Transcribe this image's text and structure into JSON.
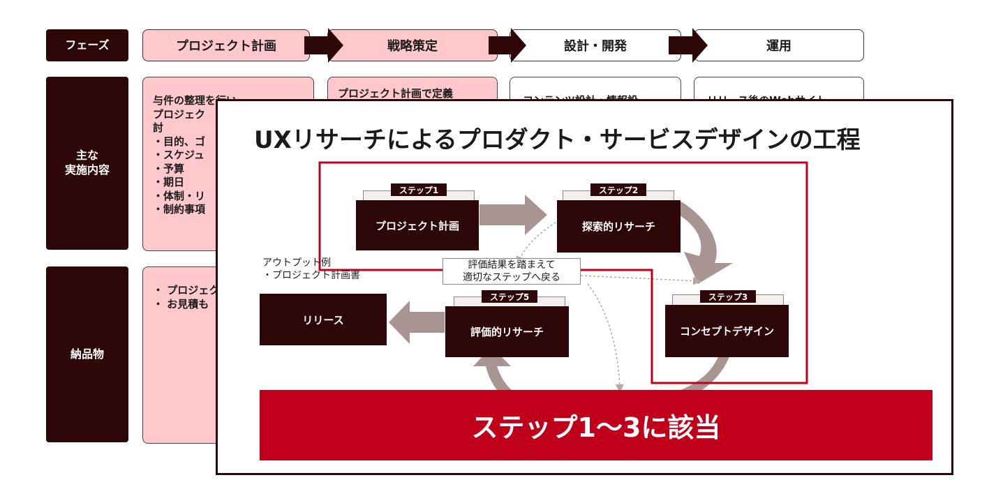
{
  "table": {
    "row_labels": {
      "phase": "フェーズ",
      "main": "主な\n実施内容",
      "deliverables": "納品物"
    },
    "phases": [
      "プロジェクト計画",
      "戦略策定",
      "設計・開発",
      "運用"
    ],
    "main_content": {
      "col1": [
        "与件の整理を行い",
        "プロジェク",
        "討",
        "・目的、ゴ",
        "・スケジュ",
        "・予算",
        "・期日",
        "・体制・リ",
        "・制約事項"
      ],
      "col2": "プロジェクト計画で定義",
      "col3": "コンテンツ設計・情報設",
      "col4": "リリース後のWebサイト"
    },
    "deliverables_content": [
      "・ プロジェク",
      "・ お見積も"
    ]
  },
  "overlay": {
    "title": "UXリサーチによるプロダクト・サービスデザインの工程",
    "steps": [
      {
        "tag": "ステップ1",
        "label": "プロジェクト計画"
      },
      {
        "tag": "ステップ2",
        "label": "探索的リサーチ"
      },
      {
        "tag": "ステップ3",
        "label": "コンセプトデザイン"
      },
      {
        "tag": "ステップ5",
        "label": "評価的リサーチ"
      }
    ],
    "release": "リリース",
    "output_note": "アウトプット例\n・プロジェクト計画書",
    "feedback_note": "評価結果を踏まえて\n適切なステップへ戻る",
    "banner": "ステップ1〜3に該当"
  },
  "colors": {
    "dark": "#2d0608",
    "pink": "#fec8cc",
    "accent": "#c0001a",
    "arrow": "#a89592"
  }
}
